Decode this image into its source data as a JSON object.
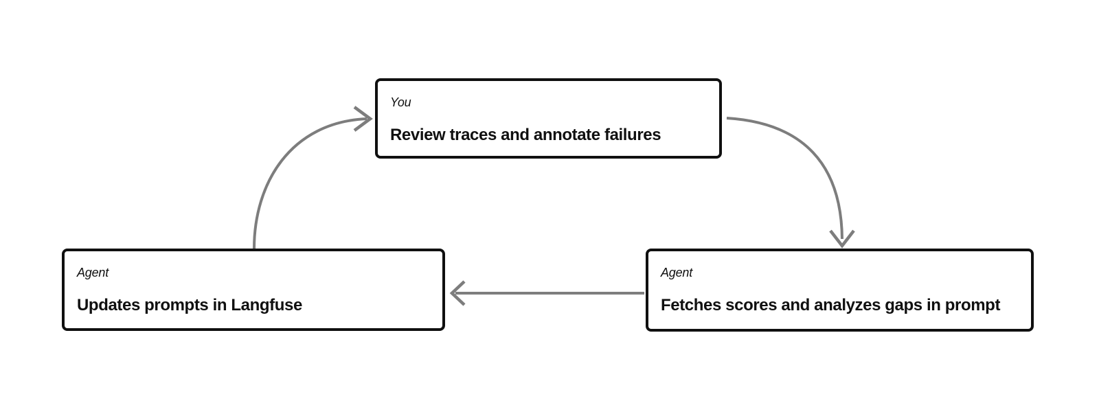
{
  "theme": {
    "background": "#ffffff",
    "box_border_color": "#101010",
    "box_fill_color": "#ffffff",
    "text_color": "#101010",
    "arrow_color": "#7d7d7d"
  },
  "diagram": {
    "nodes": [
      {
        "id": "you-review",
        "label": "You",
        "title": "Review traces and annotate failures"
      },
      {
        "id": "agent-updates",
        "label": "Agent",
        "title": "Updates prompts in Langfuse"
      },
      {
        "id": "agent-fetches",
        "label": "Agent",
        "title": "Fetches scores and analyzes gaps in prompt"
      }
    ],
    "edges": [
      {
        "from": "agent-updates",
        "to": "you-review",
        "style": "curved",
        "arrowhead": "right"
      },
      {
        "from": "you-review",
        "to": "agent-fetches",
        "style": "curved",
        "arrowhead": "down"
      },
      {
        "from": "agent-fetches",
        "to": "agent-updates",
        "style": "straight",
        "arrowhead": "left"
      }
    ]
  }
}
